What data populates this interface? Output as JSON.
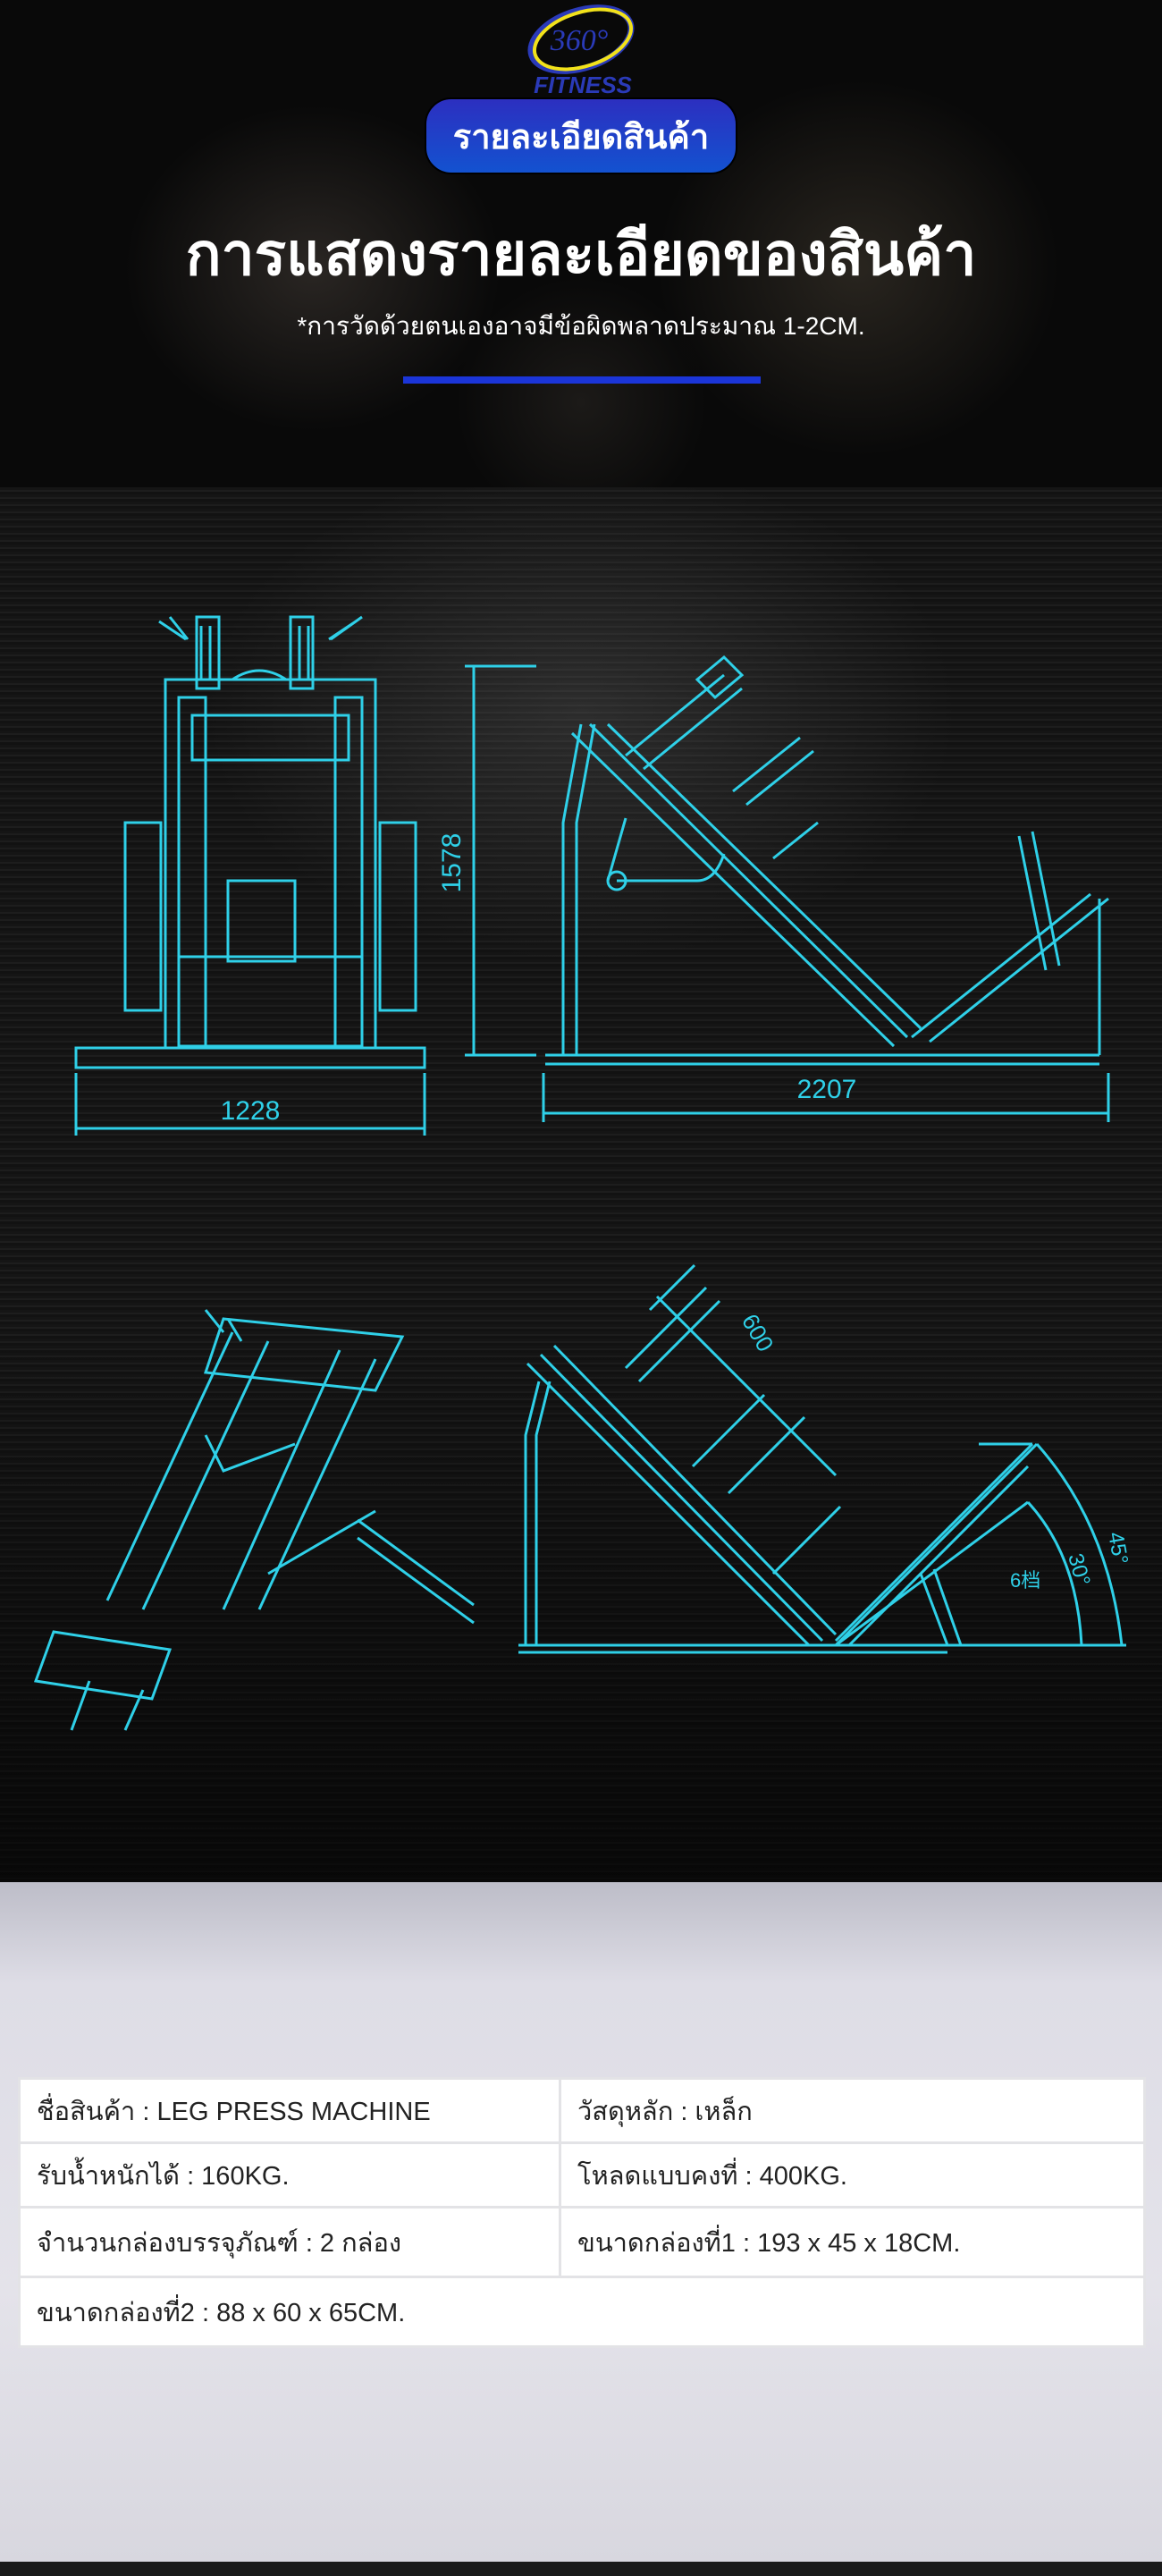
{
  "header": {
    "logo": {
      "number": "360°",
      "text": "FITNESS",
      "colors": {
        "ring_yellow": "#f2e21a",
        "ring_blue": "#2a3ab8"
      }
    },
    "badge": "รายละเอียดสินค้า",
    "title": "การแสดงรายละเอียดของสินค้า",
    "subtitle": "*การวัดด้วยตนเองอาจมีข้อผิดพลาดประมาณ 1-2CM.",
    "accent": "#1b35d8"
  },
  "drawings": {
    "line_color": "#2fd0e8",
    "front_width": "1228",
    "side_height": "1578",
    "side_length": "2207",
    "carriage_travel": "600",
    "angle_max": "45°",
    "angle_min": "30°",
    "positions": "6档"
  },
  "specs": {
    "rows": [
      [
        "ชื่อสินค้า : LEG PRESS MACHINE",
        "วัสดุหลัก : เหล็ก"
      ],
      [
        "รับน้ำหนักได้ : 160KG.",
        "โหลดแบบคงที่ :  400KG."
      ],
      [
        "จำนวนกล่องบรรจุภัณฑ์ : 2 กล่อง",
        "ขนาดกล่องที่1 :  193 x 45 x 18CM."
      ],
      [
        "ขนาดกล่องที่2 :  88 x 60 x 65CM."
      ]
    ]
  }
}
